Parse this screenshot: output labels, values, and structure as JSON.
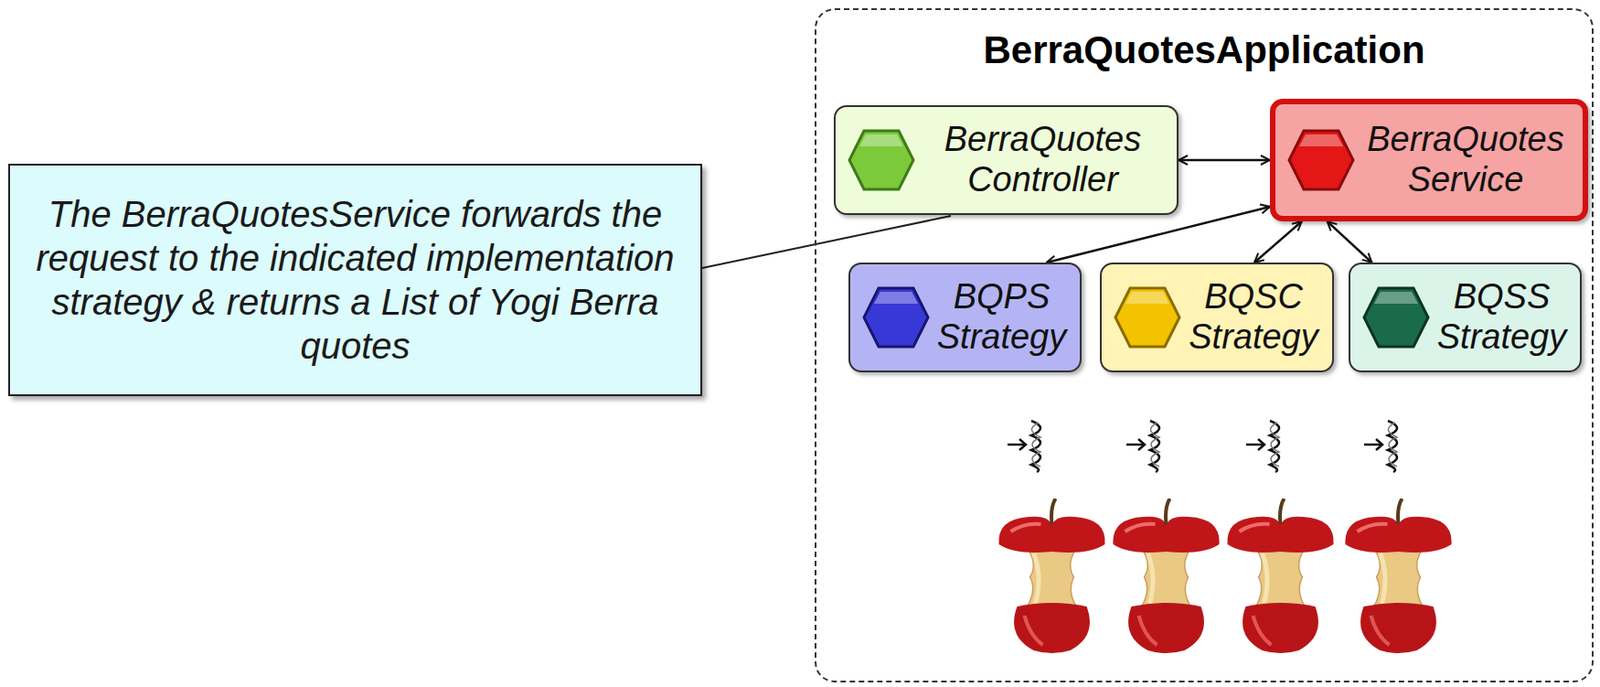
{
  "diagram": {
    "nodes": [
      {
        "text": [
          "The BerraQuotesService forwards the request to the indicated implementation strategy & returns a List of Yogi Berra quotes"
        ]
      },
      {
        "text": [
          "BerraQuotesApplication"
        ]
      },
      {
        "text": [
          "BerraQuotes Controller"
        ],
        "in": 1
      },
      {
        "text": [
          "BerraQuotes Service"
        ],
        "in": 1
      },
      {
        "text": [
          "BQPS Strategy"
        ],
        "in": 1
      },
      {
        "text": [
          "BQSC Strategy"
        ],
        "in": 1
      },
      {
        "text": [
          "BQSS Strategy"
        ],
        "in": 1
      }
    ],
    "edges": [
      {
        "from": 2,
        "to": 3,
        "arrow": "both"
      },
      {
        "from": 3,
        "to": 4,
        "arrow": "both"
      },
      {
        "from": 3,
        "to": 5,
        "arrow": "both"
      },
      {
        "from": 3,
        "to": 6,
        "arrow": "both"
      }
    ]
  }
}
